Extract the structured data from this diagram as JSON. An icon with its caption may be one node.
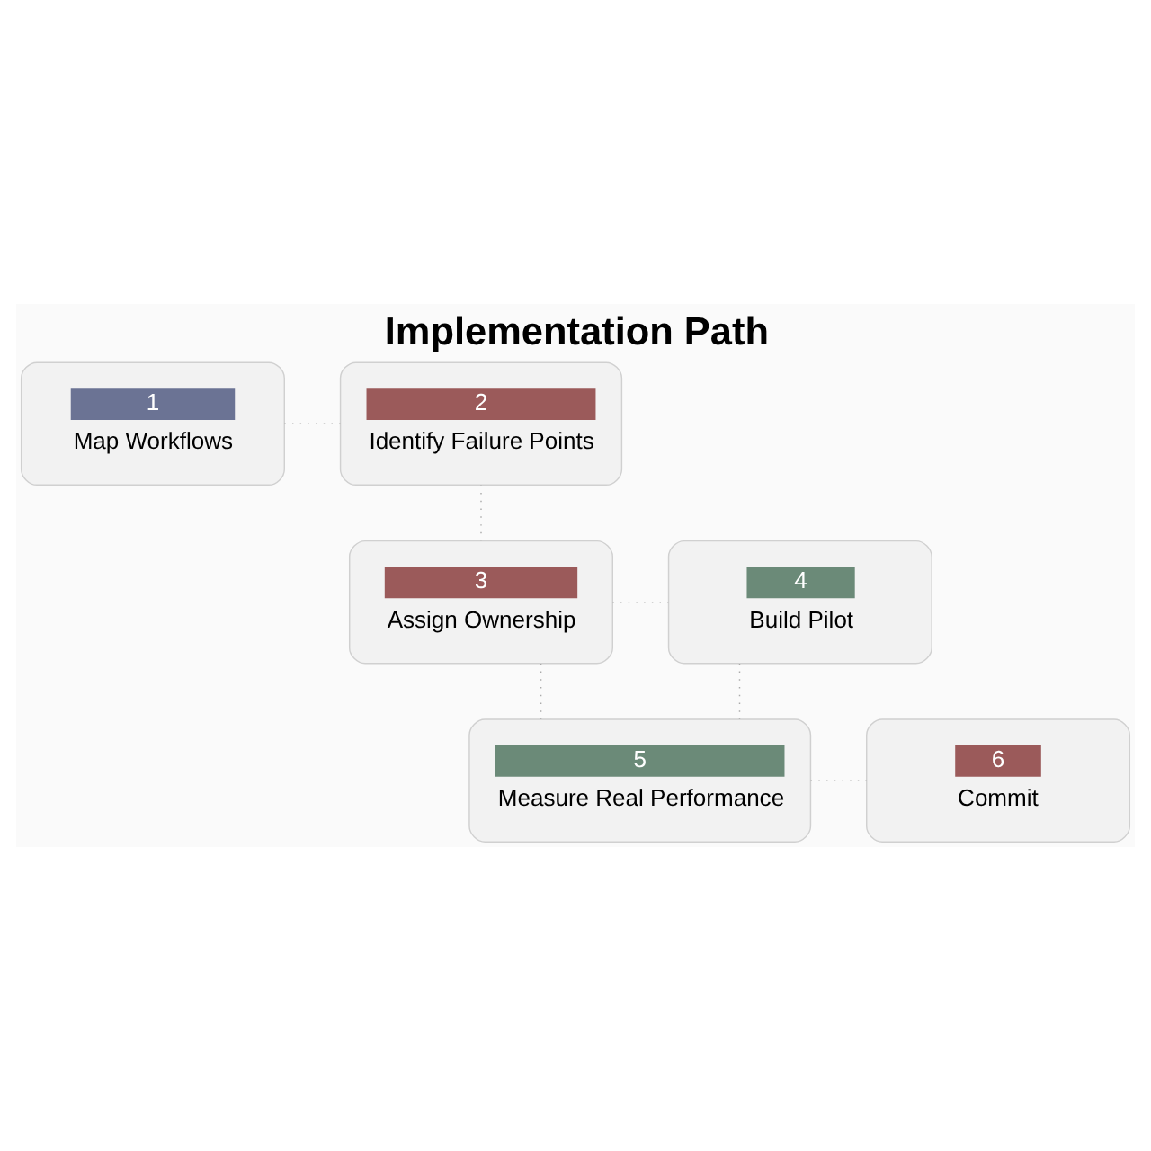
{
  "diagram": {
    "title": "Implementation Path",
    "nodes": [
      {
        "text": [
          "1",
          "Map Workflows"
        ]
      },
      {
        "text": [
          "2",
          "Identify Failure Points"
        ]
      },
      {
        "text": [
          "3",
          "Assign Ownership"
        ]
      },
      {
        "text": [
          "4",
          "Build Pilot"
        ]
      },
      {
        "text": [
          "5",
          "Measure Real Performance"
        ]
      },
      {
        "text": [
          "6",
          "Commit"
        ]
      }
    ],
    "edges": [
      {
        "from": 0,
        "to": 1,
        "arrow": "none",
        "style": "dashed"
      },
      {
        "from": 1,
        "to": 2,
        "arrow": "none",
        "style": "dashed"
      },
      {
        "from": 2,
        "to": 3,
        "arrow": "none",
        "style": "dashed"
      },
      {
        "from": 3,
        "to": 4,
        "arrow": "none",
        "style": "dashed"
      },
      {
        "from": 2,
        "to": 4,
        "arrow": "none",
        "style": "dashed"
      },
      {
        "from": 4,
        "to": 5,
        "arrow": "none",
        "style": "dashed"
      }
    ]
  }
}
